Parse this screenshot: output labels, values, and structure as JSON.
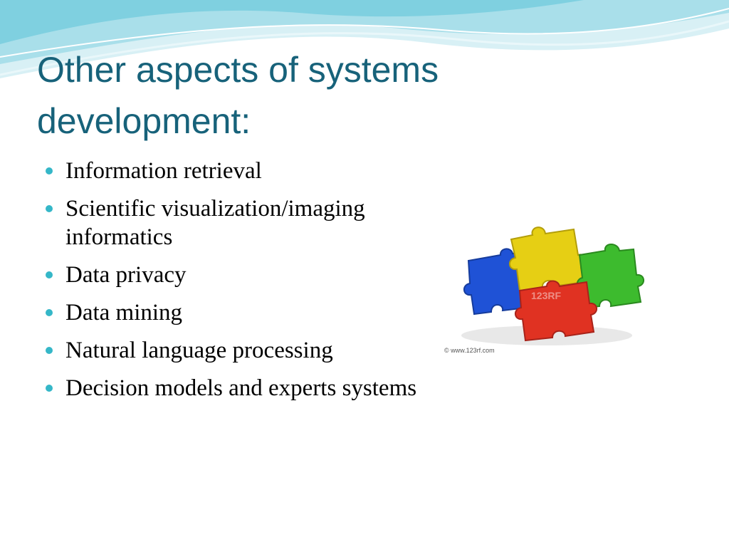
{
  "slide": {
    "title": "Other aspects of systems development:",
    "bullets": [
      {
        "text": "Information retrieval"
      },
      {
        "text": "Scientific visualization/imaging informatics"
      },
      {
        "text": "Data privacy"
      },
      {
        "text": "Data mining"
      },
      {
        "text": "Natural language processing"
      },
      {
        "text": "Decision models and experts systems"
      }
    ]
  },
  "image": {
    "credit": "© www.123rf.com",
    "watermark": "123RF"
  },
  "colors": {
    "title": "#17627a",
    "bullet": "#35b7c8",
    "wave_light": "#bfe6ef",
    "wave_mid": "#7fd0e0",
    "piece_yellow": "#e6cf14",
    "piece_green": "#3dbb2e",
    "piece_blue": "#1f52d6",
    "piece_red": "#e03222"
  }
}
